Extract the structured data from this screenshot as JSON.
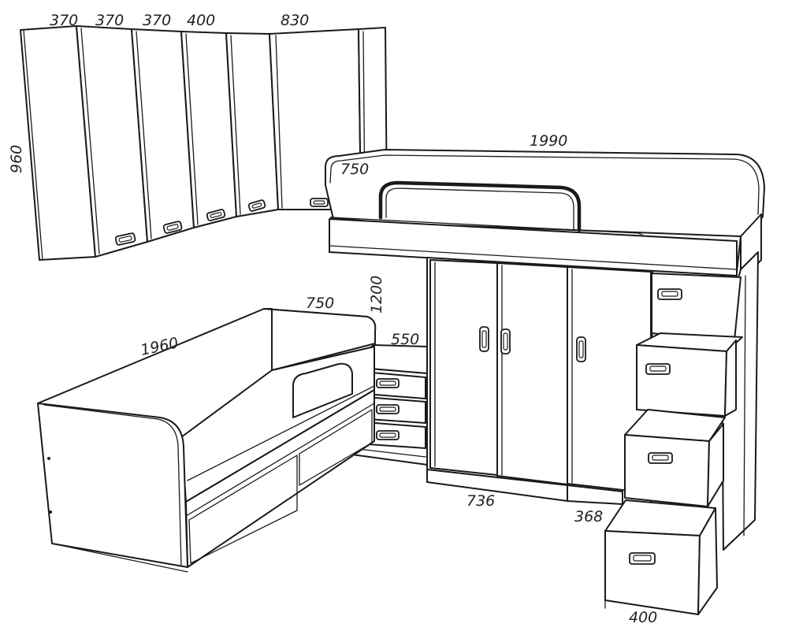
{
  "dimensions": {
    "wall_cabinet_1_width": "370",
    "wall_cabinet_2_width": "370",
    "wall_cabinet_3_width": "370",
    "wall_cabinet_4_width": "400",
    "corner_cabinet_width": "830",
    "wall_cabinet_height": "960",
    "loft_bed_length": "1990",
    "loft_bed_depth": "750",
    "sofa_bed_length": "1960",
    "sofa_bed_depth": "750",
    "loft_height": "1200",
    "chest_width": "550",
    "wardrobe_width": "736",
    "wardrobe_narrow_width": "368",
    "stairs_width": "400"
  }
}
